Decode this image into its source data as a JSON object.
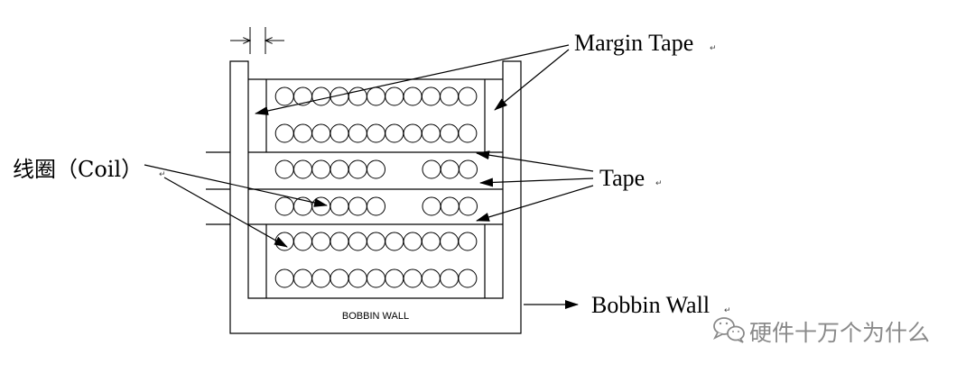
{
  "labels": {
    "margin_tape": "Margin Tape",
    "tape": "Tape",
    "coil": "线圈（Coil）",
    "bobbin_wall": "Bobbin Wall",
    "bobbin_wall_inner": "BOBBIN WALL",
    "paragraph_mark": "↵"
  },
  "watermark": {
    "icon": "wechat-icon",
    "text": "硬件十万个为什么"
  },
  "winding": {
    "layers": [
      {
        "turn_groups": [
          11
        ]
      },
      {
        "turn_groups": [
          11
        ]
      },
      {
        "turn_groups": [
          6,
          3
        ]
      },
      {
        "turn_groups": [
          6,
          3
        ]
      },
      {
        "turn_groups": [
          11
        ]
      },
      {
        "turn_groups": [
          11
        ]
      }
    ]
  },
  "colors": {
    "line": "#000000",
    "watermark": "#8a8a8a"
  }
}
